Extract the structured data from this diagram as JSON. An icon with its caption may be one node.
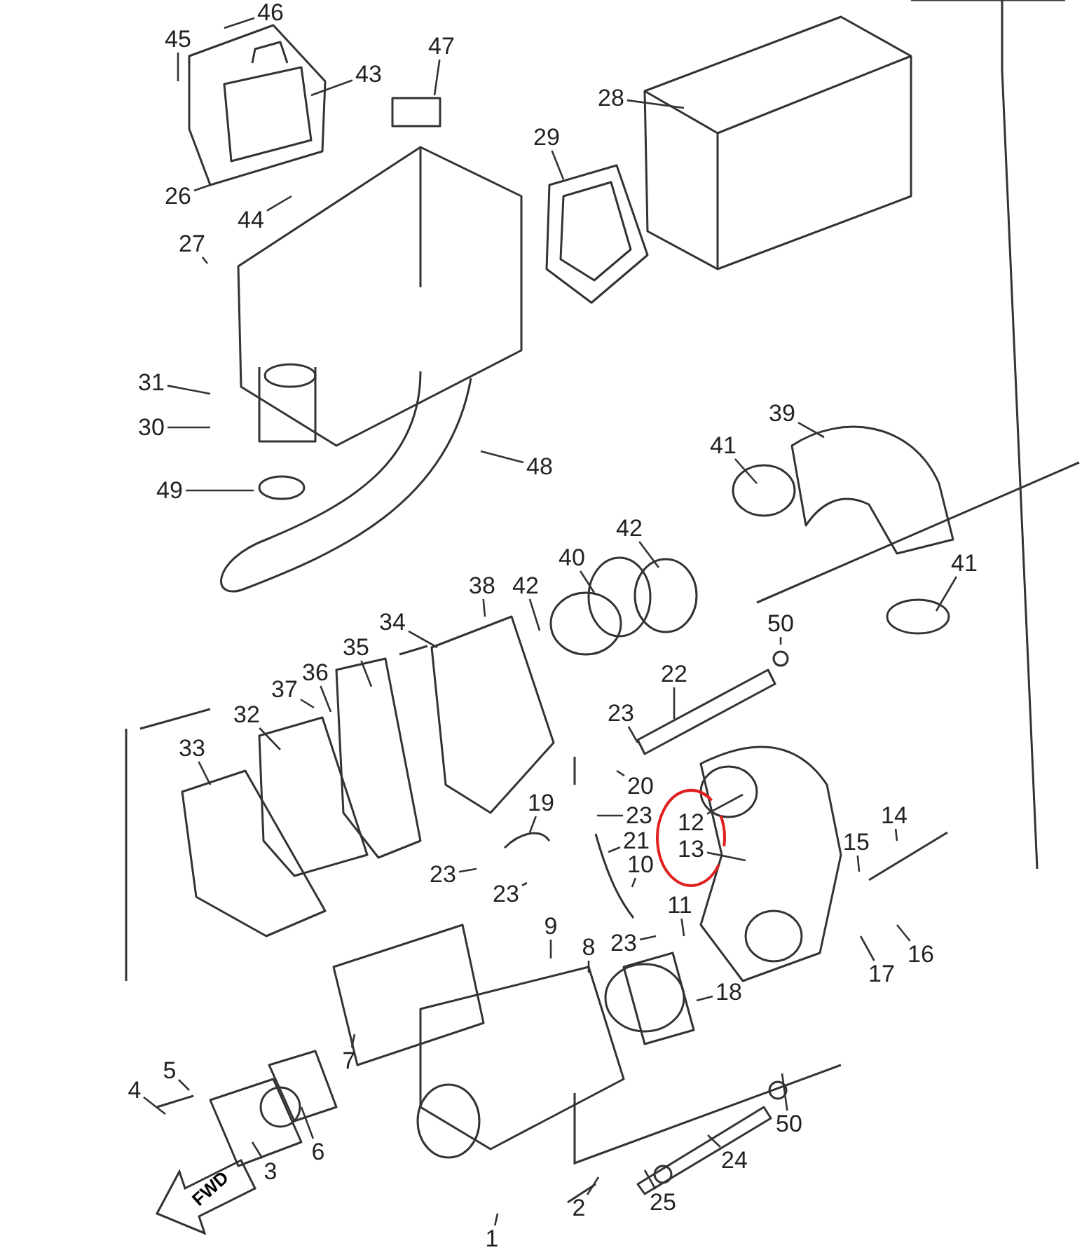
{
  "diagram": {
    "nodes": [
      {
        "text": [
          "46"
        ]
      },
      {
        "text": [
          "45"
        ]
      },
      {
        "text": [
          "43"
        ]
      },
      {
        "text": [
          "47"
        ]
      },
      {
        "text": [
          "28"
        ]
      },
      {
        "text": [
          "29"
        ]
      },
      {
        "text": [
          "26"
        ]
      },
      {
        "text": [
          "44"
        ]
      },
      {
        "text": [
          "27"
        ]
      },
      {
        "text": [
          "31"
        ]
      },
      {
        "text": [
          "30"
        ]
      },
      {
        "text": [
          "49"
        ]
      },
      {
        "text": [
          "48"
        ]
      },
      {
        "text": [
          "39"
        ]
      },
      {
        "text": [
          "41"
        ]
      },
      {
        "text": [
          "41"
        ]
      },
      {
        "text": [
          "42"
        ]
      },
      {
        "text": [
          "40"
        ]
      },
      {
        "text": [
          "38"
        ]
      },
      {
        "text": [
          "42"
        ]
      },
      {
        "text": [
          "34"
        ]
      },
      {
        "text": [
          "50"
        ]
      },
      {
        "text": [
          "22"
        ]
      },
      {
        "text": [
          "35"
        ]
      },
      {
        "text": [
          "36"
        ]
      },
      {
        "text": [
          "37"
        ]
      },
      {
        "text": [
          "23"
        ]
      },
      {
        "text": [
          "32"
        ]
      },
      {
        "text": [
          "33"
        ]
      },
      {
        "text": [
          "20"
        ]
      },
      {
        "text": [
          "19"
        ]
      },
      {
        "text": [
          "23"
        ]
      },
      {
        "text": [
          "12"
        ]
      },
      {
        "text": [
          "13"
        ]
      },
      {
        "text": [
          "21"
        ]
      },
      {
        "text": [
          "10"
        ]
      },
      {
        "text": [
          "11"
        ]
      },
      {
        "text": [
          "14"
        ]
      },
      {
        "text": [
          "15"
        ]
      },
      {
        "text": [
          "23"
        ]
      },
      {
        "text": [
          "23"
        ]
      },
      {
        "text": [
          "9"
        ]
      },
      {
        "text": [
          "8"
        ]
      },
      {
        "text": [
          "23"
        ]
      },
      {
        "text": [
          "17"
        ]
      },
      {
        "text": [
          "16"
        ]
      },
      {
        "text": [
          "18"
        ]
      },
      {
        "text": [
          "7"
        ]
      },
      {
        "text": [
          "5"
        ]
      },
      {
        "text": [
          "4"
        ]
      },
      {
        "text": [
          "6"
        ]
      },
      {
        "text": [
          "3"
        ]
      },
      {
        "text": [
          "50"
        ]
      },
      {
        "text": [
          "24"
        ]
      },
      {
        "text": [
          "25"
        ]
      },
      {
        "text": [
          "2"
        ]
      },
      {
        "text": [
          "1"
        ]
      }
    ],
    "edges": [
      {
        "from": 0,
        "to": null,
        "arrow": "none"
      },
      {
        "from": 1,
        "to": null,
        "arrow": "none"
      },
      {
        "from": 2,
        "to": null,
        "arrow": "none"
      },
      {
        "from": 3,
        "to": null,
        "arrow": "none"
      },
      {
        "from": 4,
        "to": null,
        "arrow": "none"
      },
      {
        "from": 5,
        "to": null,
        "arrow": "none"
      },
      {
        "from": 6,
        "to": null,
        "arrow": "none"
      },
      {
        "from": 7,
        "to": null,
        "arrow": "none"
      },
      {
        "from": 8,
        "to": null,
        "arrow": "none"
      },
      {
        "from": 9,
        "to": null,
        "arrow": "none"
      },
      {
        "from": 10,
        "to": null,
        "arrow": "none"
      },
      {
        "from": 11,
        "to": null,
        "arrow": "none"
      },
      {
        "from": 12,
        "to": null,
        "arrow": "none"
      },
      {
        "from": 13,
        "to": null,
        "arrow": "none"
      },
      {
        "from": 14,
        "to": null,
        "arrow": "none"
      },
      {
        "from": 15,
        "to": null,
        "arrow": "none"
      },
      {
        "from": 16,
        "to": null,
        "arrow": "none"
      },
      {
        "from": 17,
        "to": null,
        "arrow": "none"
      },
      {
        "from": 18,
        "to": null,
        "arrow": "none"
      },
      {
        "from": 19,
        "to": null,
        "arrow": "none"
      },
      {
        "from": 20,
        "to": null,
        "arrow": "none"
      },
      {
        "from": 21,
        "to": null,
        "arrow": "none"
      },
      {
        "from": 22,
        "to": null,
        "arrow": "none"
      },
      {
        "from": 23,
        "to": null,
        "arrow": "none"
      },
      {
        "from": 24,
        "to": null,
        "arrow": "none"
      },
      {
        "from": 25,
        "to": null,
        "arrow": "none"
      },
      {
        "from": 26,
        "to": null,
        "arrow": "none"
      },
      {
        "from": 27,
        "to": null,
        "arrow": "none"
      },
      {
        "from": 28,
        "to": null,
        "arrow": "none"
      },
      {
        "from": 29,
        "to": null,
        "arrow": "none"
      },
      {
        "from": 30,
        "to": null,
        "arrow": "none"
      },
      {
        "from": 31,
        "to": null,
        "arrow": "none"
      },
      {
        "from": 32,
        "to": null,
        "arrow": "none"
      },
      {
        "from": 33,
        "to": null,
        "arrow": "none"
      },
      {
        "from": 34,
        "to": null,
        "arrow": "none"
      },
      {
        "from": 35,
        "to": null,
        "arrow": "none"
      },
      {
        "from": 36,
        "to": null,
        "arrow": "none"
      },
      {
        "from": 37,
        "to": null,
        "arrow": "none"
      },
      {
        "from": 38,
        "to": null,
        "arrow": "none"
      },
      {
        "from": 39,
        "to": null,
        "arrow": "none"
      },
      {
        "from": 40,
        "to": null,
        "arrow": "none"
      },
      {
        "from": 41,
        "to": null,
        "arrow": "none"
      },
      {
        "from": 42,
        "to": null,
        "arrow": "none"
      },
      {
        "from": 43,
        "to": null,
        "arrow": "none"
      },
      {
        "from": 44,
        "to": null,
        "arrow": "none"
      },
      {
        "from": 45,
        "to": null,
        "arrow": "none"
      },
      {
        "from": 46,
        "to": null,
        "arrow": "none"
      },
      {
        "from": 47,
        "to": null,
        "arrow": "none"
      },
      {
        "from": 48,
        "to": null,
        "arrow": "none"
      },
      {
        "from": 49,
        "to": null,
        "arrow": "none"
      },
      {
        "from": 50,
        "to": null,
        "arrow": "none"
      },
      {
        "from": 51,
        "to": null,
        "arrow": "none"
      },
      {
        "from": 52,
        "to": null,
        "arrow": "none"
      },
      {
        "from": 53,
        "to": null,
        "arrow": "none"
      },
      {
        "from": 54,
        "to": null,
        "arrow": "none"
      },
      {
        "from": 55,
        "to": null,
        "arrow": "none"
      },
      {
        "from": 56,
        "to": null,
        "arrow": "none"
      }
    ],
    "labels": [
      "FWD"
    ]
  }
}
